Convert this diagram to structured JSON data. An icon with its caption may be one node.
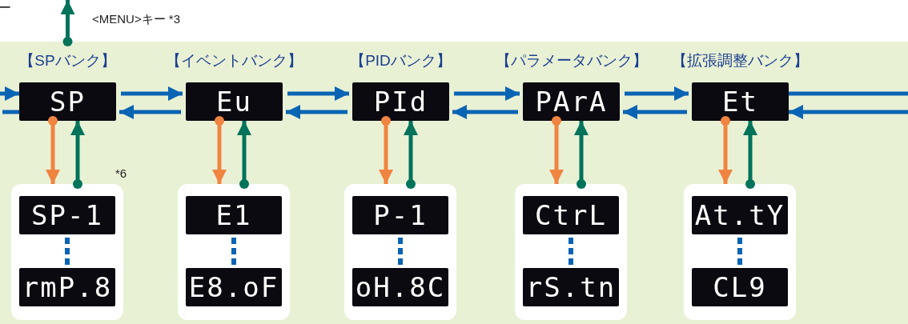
{
  "diagram": {
    "nodes": [
      {
        "text": [
          "【SPバンク】",
          "SP"
        ]
      },
      {
        "text": [
          "【イベントバンク】",
          "Eu"
        ]
      },
      {
        "text": [
          "【PIDバンク】",
          "PId"
        ]
      },
      {
        "text": [
          "【パラメータバンク】",
          "PArA"
        ]
      },
      {
        "text": [
          "【拡張調整バンク】",
          "Et"
        ]
      },
      {
        "text": [],
        "shape": "box",
        "beside": [
          "*6"
        ]
      },
      {
        "text": [
          "SP-1"
        ],
        "in": 5
      },
      {
        "text": [
          "rmP.8"
        ],
        "in": 5
      },
      {
        "text": [],
        "shape": "box"
      },
      {
        "text": [
          "E1"
        ],
        "in": 8
      },
      {
        "text": [
          "E8.oF"
        ],
        "in": 8
      },
      {
        "text": [],
        "shape": "box"
      },
      {
        "text": [
          "P-1"
        ],
        "in": 11
      },
      {
        "text": [
          "oH.8C"
        ],
        "in": 11
      },
      {
        "text": [],
        "shape": "box"
      },
      {
        "text": [
          "CtrL"
        ],
        "in": 14
      },
      {
        "text": [
          "rS.tn"
        ],
        "in": 14
      },
      {
        "text": [],
        "shape": "box"
      },
      {
        "text": [
          "At.tY"
        ],
        "in": 17
      },
      {
        "text": [
          "CL9"
        ],
        "in": 17
      }
    ],
    "edges": [
      {
        "from": 0,
        "to": null,
        "arrow": "to",
        "label": "<MENU>キー *3",
        "color": "#00735a"
      },
      {
        "from": null,
        "to": 0,
        "arrow": "to"
      },
      {
        "from": 0,
        "to": null,
        "arrow": "none"
      },
      {
        "from": 0,
        "to": 1,
        "arrow": "to"
      },
      {
        "from": 1,
        "to": 0,
        "arrow": "to"
      },
      {
        "from": 1,
        "to": 2,
        "arrow": "to"
      },
      {
        "from": 2,
        "to": 1,
        "arrow": "to"
      },
      {
        "from": 2,
        "to": 3,
        "arrow": "to"
      },
      {
        "from": 3,
        "to": 2,
        "arrow": "to"
      },
      {
        "from": 3,
        "to": 4,
        "arrow": "to"
      },
      {
        "from": 4,
        "to": 3,
        "arrow": "to"
      },
      {
        "from": 4,
        "to": null,
        "arrow": "none"
      },
      {
        "from": null,
        "to": 4,
        "arrow": "to"
      },
      {
        "from": 0,
        "to": 5,
        "arrow": "to",
        "color": "#f08441"
      },
      {
        "from": 5,
        "to": 0,
        "arrow": "to",
        "color": "#00735a"
      },
      {
        "from": 6,
        "to": 7,
        "arrow": "none",
        "style": "dashed"
      },
      {
        "from": 1,
        "to": 8,
        "arrow": "to",
        "color": "#f08441"
      },
      {
        "from": 8,
        "to": 1,
        "arrow": "to",
        "color": "#00735a"
      },
      {
        "from": 9,
        "to": 10,
        "arrow": "none",
        "style": "dashed"
      },
      {
        "from": 2,
        "to": 11,
        "arrow": "to",
        "color": "#f08441"
      },
      {
        "from": 11,
        "to": 2,
        "arrow": "to",
        "color": "#00735a"
      },
      {
        "from": 12,
        "to": 13,
        "arrow": "none",
        "style": "dashed"
      },
      {
        "from": 3,
        "to": 14,
        "arrow": "to",
        "color": "#f08441"
      },
      {
        "from": 14,
        "to": 3,
        "arrow": "to",
        "color": "#00735a"
      },
      {
        "from": 15,
        "to": 16,
        "arrow": "none",
        "style": "dashed"
      },
      {
        "from": 4,
        "to": 17,
        "arrow": "to",
        "color": "#f08441"
      },
      {
        "from": 17,
        "to": 4,
        "arrow": "to",
        "color": "#00735a"
      },
      {
        "from": 18,
        "to": 19,
        "arrow": "none",
        "style": "dashed"
      }
    ],
    "labels": [
      "ー"
    ]
  }
}
